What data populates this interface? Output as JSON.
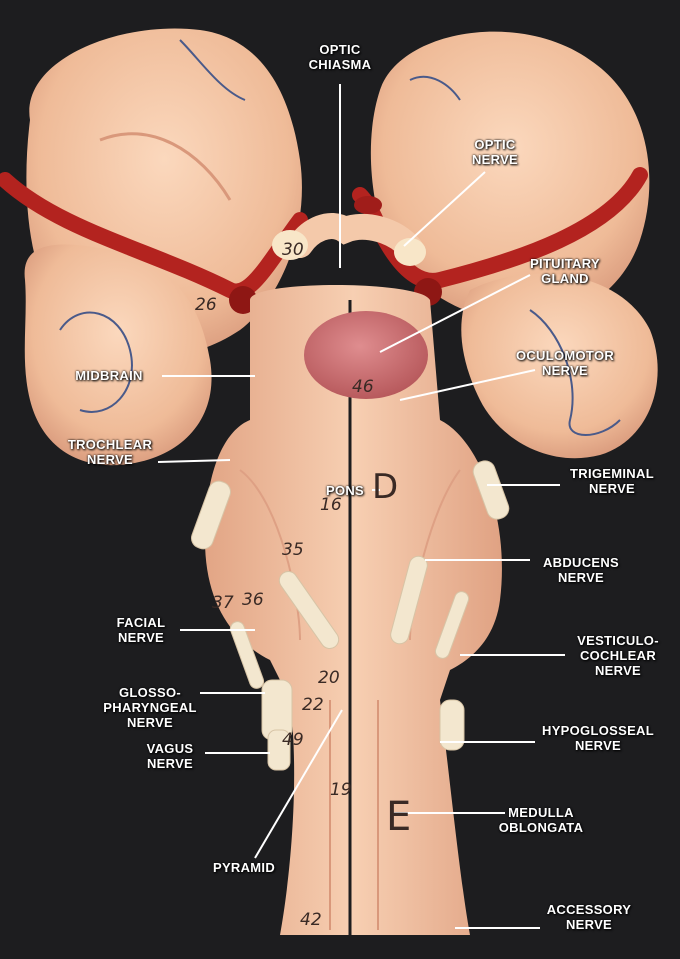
{
  "labels": [
    {
      "id": "optic-chiasma",
      "lines": [
        "OPTIC",
        "CHIASMA"
      ]
    },
    {
      "id": "optic-nerve",
      "lines": [
        "OPTIC",
        "NERVE"
      ]
    },
    {
      "id": "pituitary-gland",
      "lines": [
        "PITUITARY",
        "GLAND"
      ]
    },
    {
      "id": "oculomotor-nerve",
      "lines": [
        "OCULOMOTOR",
        "NERVE"
      ]
    },
    {
      "id": "midbrain",
      "lines": [
        "MIDBRAIN"
      ]
    },
    {
      "id": "trochlear-nerve",
      "lines": [
        "TROCHLEAR",
        "NERVE"
      ]
    },
    {
      "id": "pons",
      "lines": [
        "PONS"
      ]
    },
    {
      "id": "trigeminal-nerve",
      "lines": [
        "TRIGEMINAL",
        "NERVE"
      ]
    },
    {
      "id": "abducens-nerve",
      "lines": [
        "ABDUCENS",
        "NERVE"
      ]
    },
    {
      "id": "facial-nerve",
      "lines": [
        "FACIAL",
        "NERVE"
      ]
    },
    {
      "id": "vestibulocochlear-nerve",
      "lines": [
        "VESTICULO-",
        "COCHLEAR",
        "NERVE"
      ]
    },
    {
      "id": "glossopharyngeal-nerve",
      "lines": [
        "GLOSSO-",
        "PHARYNGEAL",
        "NERVE"
      ]
    },
    {
      "id": "hypoglossal-nerve",
      "lines": [
        "HYPOGLOSSEAL",
        "NERVE"
      ]
    },
    {
      "id": "vagus-nerve",
      "lines": [
        "VAGUS",
        "NERVE"
      ]
    },
    {
      "id": "medulla-oblongata",
      "lines": [
        "MEDULLA",
        "OBLONGATA"
      ]
    },
    {
      "id": "pyramid",
      "lines": [
        "PYRAMID"
      ]
    },
    {
      "id": "accessory-nerve",
      "lines": [
        "ACCESSORY",
        "NERVE"
      ]
    }
  ],
  "model_numbers": [
    "30",
    "26",
    "46",
    "16",
    "35",
    "37",
    "36",
    "20",
    "22",
    "49",
    "19",
    "42"
  ],
  "model_letters": [
    "D",
    "E"
  ],
  "colors": {
    "background": "#1d1d1f",
    "tissue": "#f2c1a0",
    "tissue_shadow": "#d89a7c",
    "artery": "#b3231f",
    "pituitary": "#c96a6c",
    "nerve": "#f3e7cf",
    "label_text": "#ffffff",
    "leader_line": "#ffffff"
  }
}
